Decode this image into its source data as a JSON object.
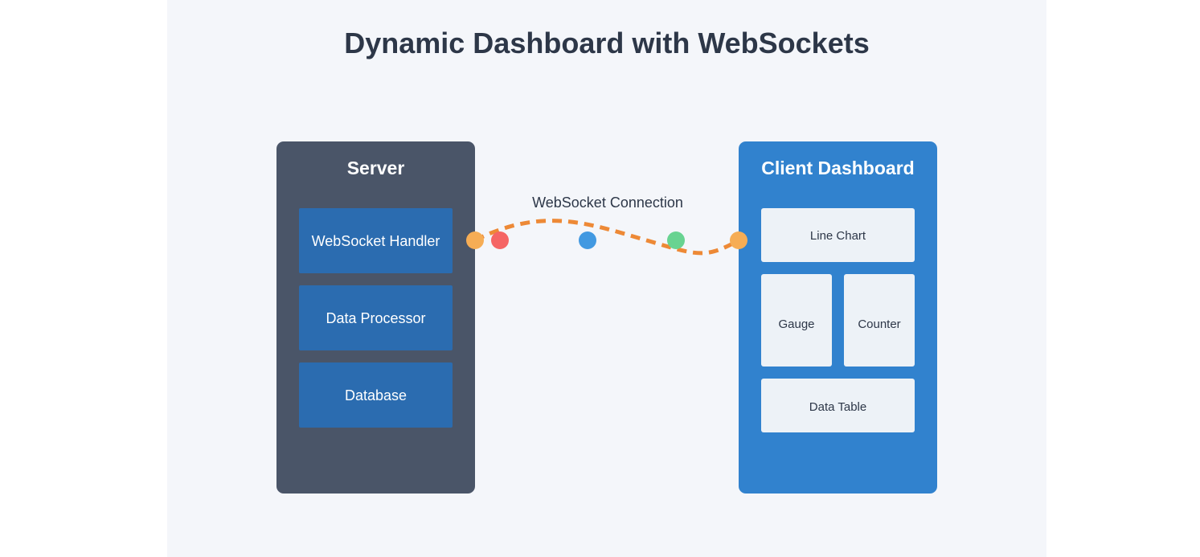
{
  "title": "Dynamic Dashboard with WebSockets",
  "server": {
    "title": "Server",
    "components": [
      "WebSocket Handler",
      "Data Processor",
      "Database"
    ]
  },
  "connection": {
    "label": "WebSocket Connection",
    "message_dots": [
      {
        "color": "#f56565"
      },
      {
        "color": "#4299e1"
      },
      {
        "color": "#68d391"
      }
    ],
    "endpoint_color": "#f6ad55",
    "line_color": "#ed8936"
  },
  "client": {
    "title": "Client Dashboard",
    "widgets": {
      "line_chart": "Line Chart",
      "gauge": "Gauge",
      "counter": "Counter",
      "data_table": "Data Table"
    }
  },
  "colors": {
    "server_panel": "#4a5568",
    "server_box": "#2b6cb0",
    "client_panel": "#3182ce",
    "client_widget": "#edf2f7",
    "background": "#f4f6fa"
  }
}
